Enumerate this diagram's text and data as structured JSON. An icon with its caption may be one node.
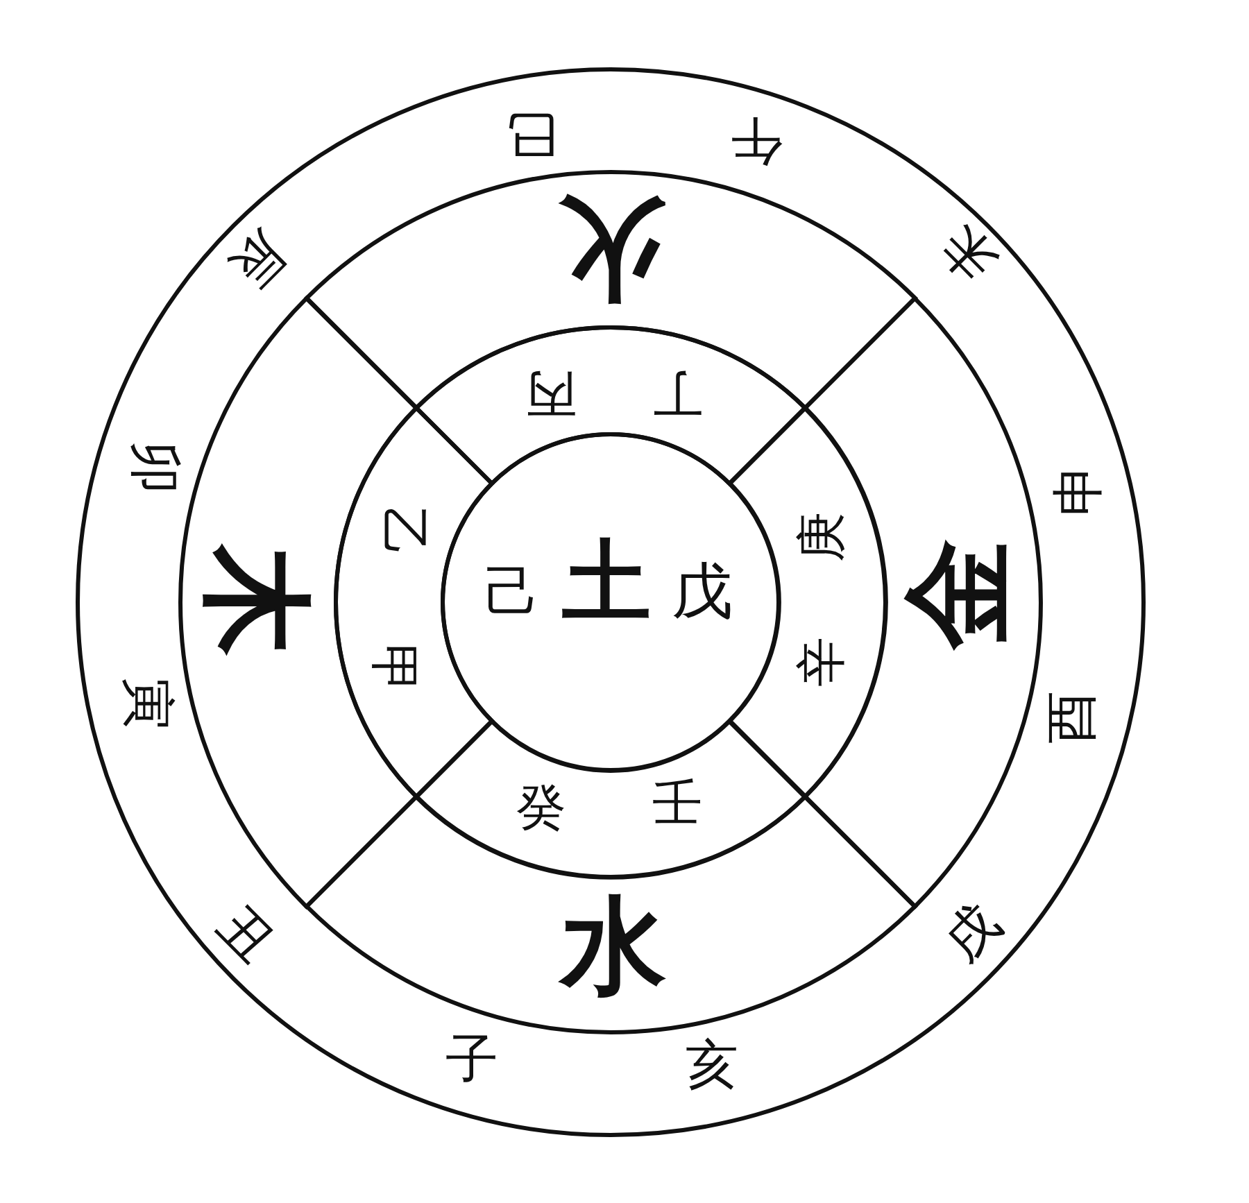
{
  "diagram": {
    "nodes": [
      {
        "text": [
          "巳",
          "午",
          "辰",
          "未",
          "卯",
          "申",
          "寅",
          "酉",
          "丑",
          "戌",
          "子",
          "亥"
        ]
      },
      {
        "text": [
          "火"
        ],
        "in": 0
      },
      {
        "text": [
          "丙",
          "丁"
        ],
        "in": 0
      },
      {
        "text": [
          "木"
        ],
        "in": 0
      },
      {
        "text": [
          "乙",
          "甲"
        ],
        "in": 0
      },
      {
        "text": [
          "己",
          "土",
          "戊"
        ],
        "in": 0
      },
      {
        "text": [
          "庚",
          "辛"
        ],
        "in": 0
      },
      {
        "text": [
          "金"
        ],
        "in": 0
      },
      {
        "text": [
          "癸",
          "壬"
        ],
        "in": 0
      },
      {
        "text": [
          "水"
        ],
        "in": 0
      }
    ]
  }
}
